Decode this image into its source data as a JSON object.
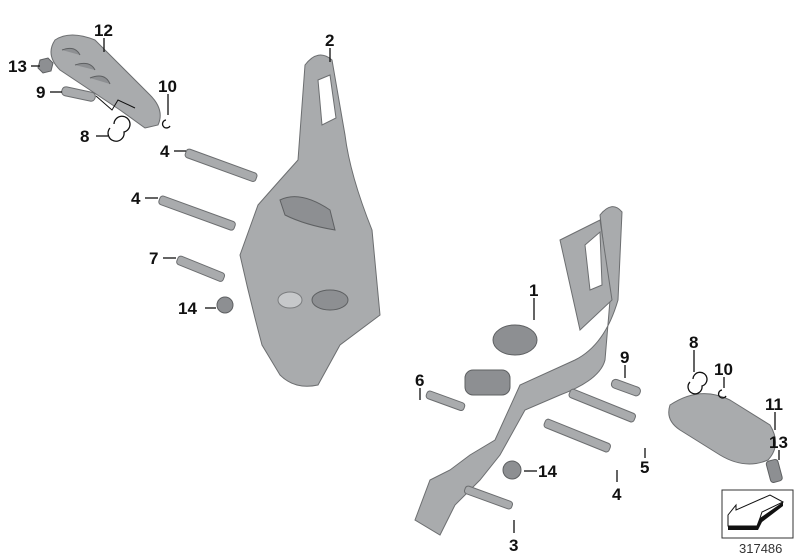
{
  "diagram": {
    "callouts": [
      "12",
      "13",
      "9",
      "10",
      "8",
      "2",
      "4",
      "4",
      "7",
      "14",
      "1",
      "6",
      "9",
      "8",
      "10",
      "11",
      "5",
      "13",
      "14",
      "4",
      "3"
    ],
    "reference_number": "317486",
    "icon": "arrow-orientation-icon",
    "colors": {
      "part": "#a9abad",
      "label": "#111111"
    }
  }
}
